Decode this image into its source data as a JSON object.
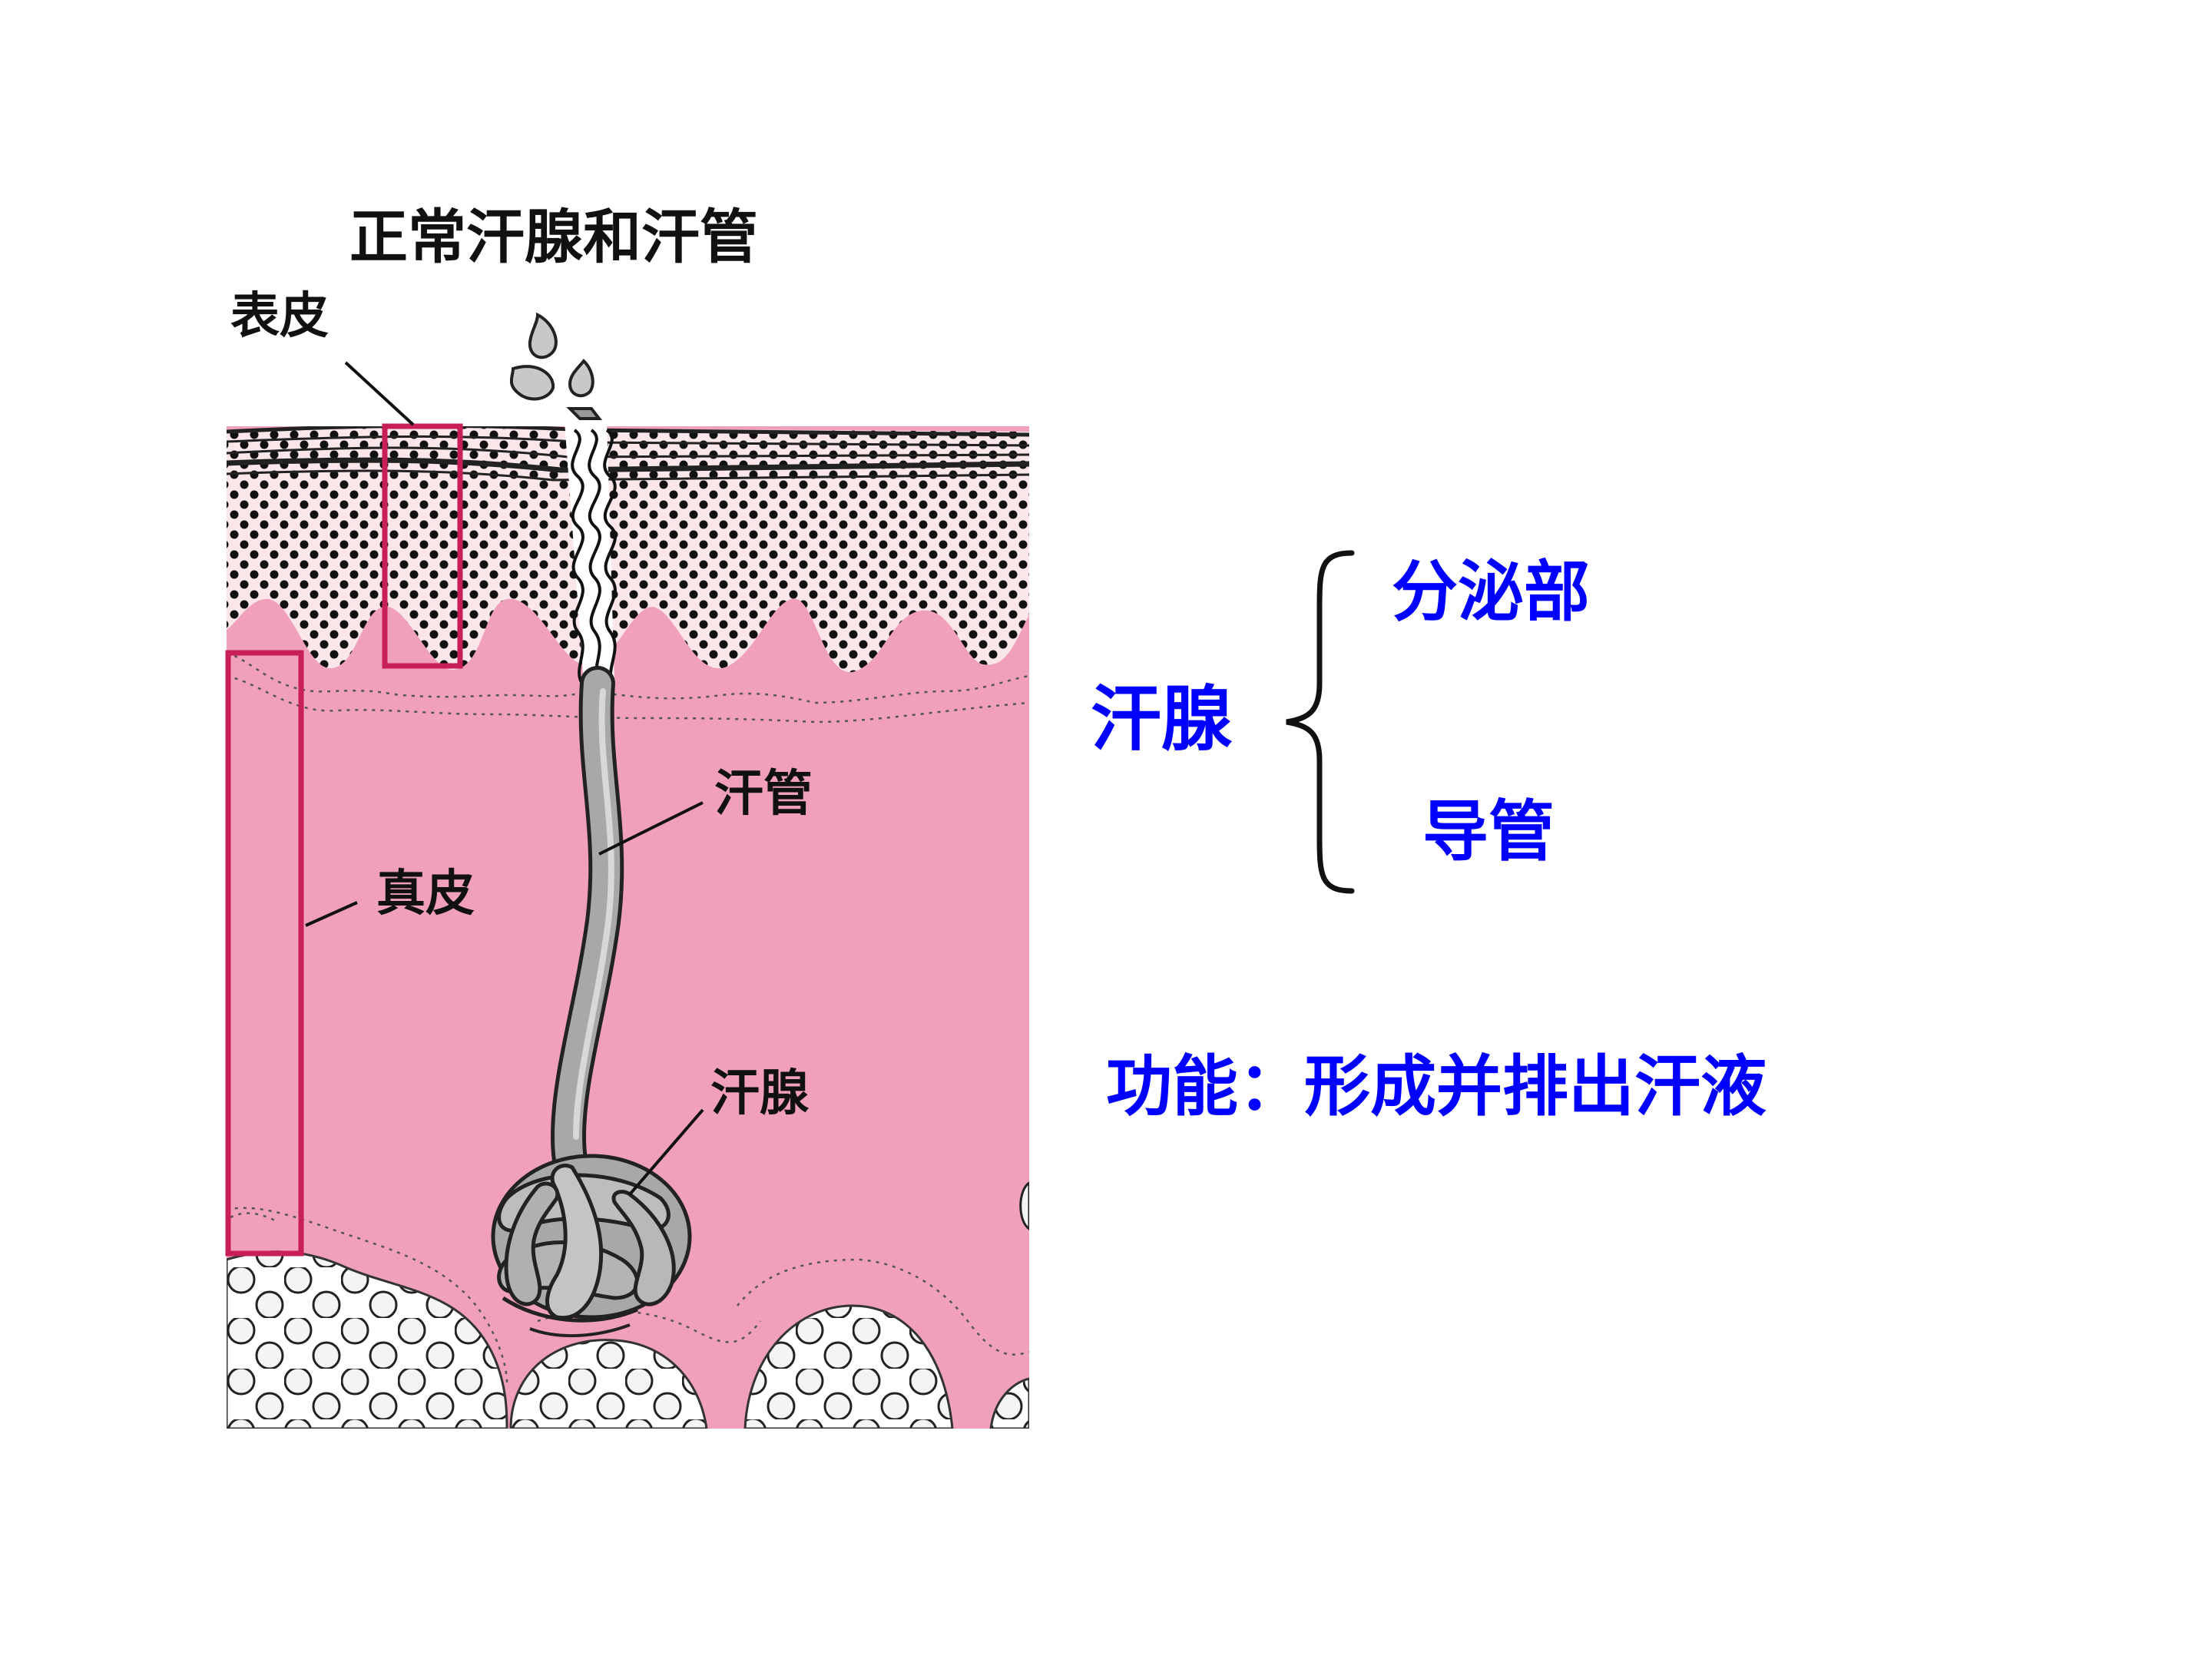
{
  "diagram": {
    "title": "正常汗腺和汗管",
    "labels": {
      "epidermis": "表皮",
      "dermis": "真皮",
      "duct": "汗管",
      "gland": "汗腺"
    }
  },
  "classification": {
    "term": "汗腺",
    "parts": [
      "分泌部",
      "导管"
    ],
    "function": "功能：形成并排出汗液"
  },
  "colors": {
    "dermis": "#f0a0bb",
    "epidermis_light": "#fbe6ea",
    "highlight_box": "#c81e5a",
    "annotation_text": "#0000ff",
    "duct_gray": "#a8a8a8"
  }
}
